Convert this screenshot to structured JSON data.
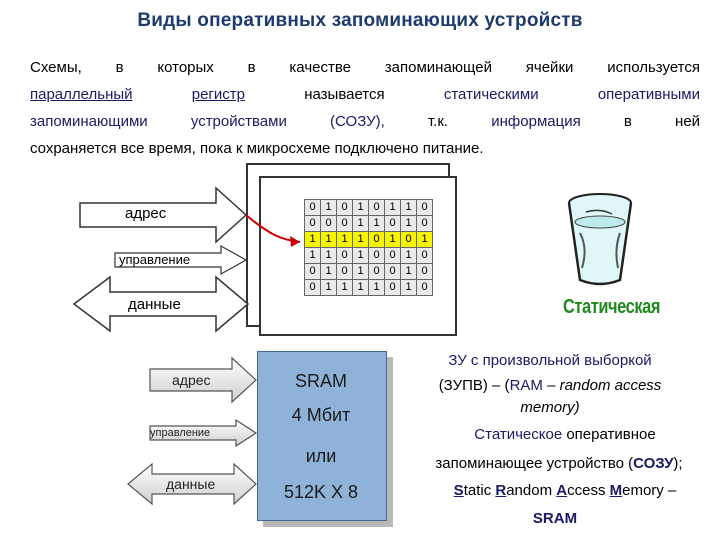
{
  "title": "Виды оперативных запоминающих устройств",
  "paragraph": {
    "line1": "Схемы, в которых в качестве запоминающей ячейки используется",
    "line2_link1": "параллельный",
    "line2_link2": "регистр",
    "line2_word3": "называется",
    "line2_word4": "статическими",
    "line2_word5": "оперативными",
    "line3_w1": "запоминающими",
    "line3_w2": "устройствами",
    "line3_w3": "(СОЗУ),",
    "line3_w4": "т.к.",
    "line3_w5": "информация",
    "line3_w6": "в",
    "line3_w7": "ней",
    "line4": "сохраняется все время, пока к микросхеме подключено питание."
  },
  "diagram_top": {
    "address_label": "адрес",
    "control_label": "управление",
    "data_label": "данные",
    "grid": [
      [
        "0",
        "1",
        "0",
        "1",
        "0",
        "1",
        "1",
        "0"
      ],
      [
        "0",
        "0",
        "0",
        "1",
        "1",
        "0",
        "1",
        "0"
      ],
      [
        "1",
        "1",
        "1",
        "1",
        "0",
        "1",
        "0",
        "1"
      ],
      [
        "1",
        "1",
        "0",
        "1",
        "0",
        "0",
        "1",
        "0"
      ],
      [
        "0",
        "1",
        "0",
        "1",
        "0",
        "0",
        "1",
        "0"
      ],
      [
        "0",
        "1",
        "1",
        "1",
        "1",
        "0",
        "1",
        "0"
      ]
    ],
    "highlight_row": 2,
    "highlight_color": "#f6f300",
    "glass_caption": "Статическая",
    "glass_caption_color": "#1f8a1f"
  },
  "diagram_bottom": {
    "address_label": "адрес",
    "control_label": "управление",
    "data_label": "данные",
    "sram_line1": "SRAM",
    "sram_line2": "4 Мбит",
    "sram_line3": "или",
    "sram_line4": "512K X 8",
    "sram_color": "#8fb3d8"
  },
  "right_text": {
    "l1": "ЗУ с произвольной выборкой",
    "l2_a": "(ЗУПВ) – (",
    "l2_b": "RAM",
    "l2_c": " – random access",
    "l3": "memory)",
    "l4_a": "Статическое",
    "l4_b": " оперативное",
    "l5_a": "запоминающее устройство (",
    "l5_b": "СОЗУ",
    "l5_c": ");",
    "l6_s": "S",
    "l6_s_rest": "tatic ",
    "l6_r": "R",
    "l6_r_rest": "andom ",
    "l6_a": "A",
    "l6_a_rest": "ccess ",
    "l6_m": "M",
    "l6_m_rest": "emory –",
    "l7": "SRAM"
  }
}
